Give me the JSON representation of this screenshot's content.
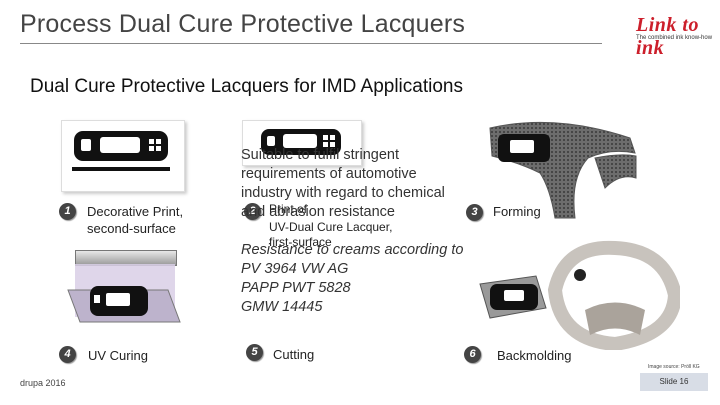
{
  "header": {
    "title": "Process Dual Cure Protective Lacquers",
    "logo_main": "Link to ink",
    "logo_tagline": "The combined ink know-how"
  },
  "subtitle": "Dual Cure Protective Lacquers for IMD Applications",
  "steps": [
    {
      "number": "1",
      "label_line1": "Decorative Print,",
      "label_line2": "second-surface"
    },
    {
      "number": "2",
      "label_line1": "Print of",
      "label_line2": "UV-Dual Cure Lacquer,",
      "label_line3": "first-surface"
    },
    {
      "number": "3",
      "label_line1": "Forming"
    },
    {
      "number": "4",
      "label_line1": "UV Curing"
    },
    {
      "number": "5",
      "label_line1": "Cutting"
    },
    {
      "number": "6",
      "label_line1": "Backmolding"
    }
  ],
  "overlay": {
    "line1": "Suitable to fulfil stringent",
    "line2": "requirements of automotive",
    "line3": "industry with regard to chemical",
    "line4": "and abrasion resistance",
    "line5": "Resistance to creams according to",
    "line6": "PV 3964 VW AG",
    "line7": "PAPP PWT 5828",
    "line8": "GMW 14445"
  },
  "footer": {
    "left": "drupa 2016",
    "image_source": "Image source: Pröll KG",
    "slide": "Slide 16"
  },
  "colors": {
    "title": "#444444",
    "logo": "#cc1f2b",
    "uv_light": "#d9cfe6",
    "badge": "#444444"
  }
}
